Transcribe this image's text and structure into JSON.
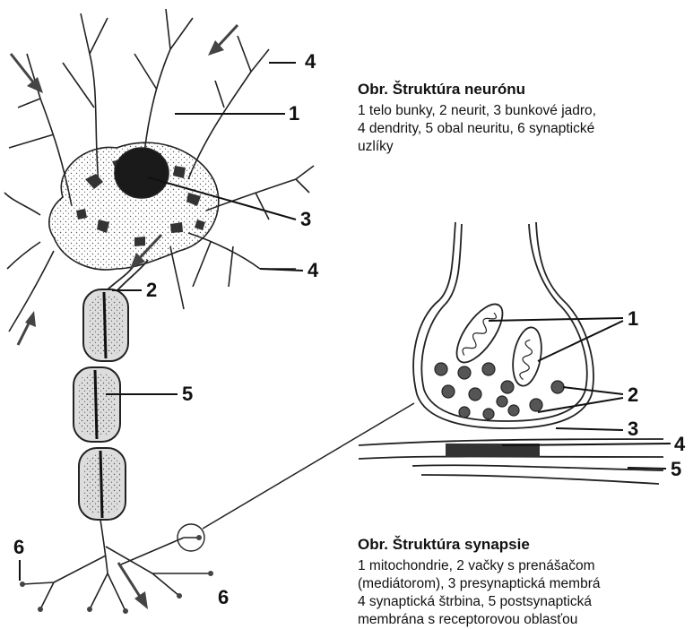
{
  "neuron": {
    "title": "Obr. Štruktúra neurónu",
    "caption_lines": [
      "1 telo bunky, 2 neurit, 3 bunkové jadro,",
      "4 dendrity, 5 obal neuritu, 6 synaptické",
      "uzlíky"
    ],
    "labels": {
      "l1": "1",
      "l2": "2",
      "l3": "3",
      "l4a": "4",
      "l4b": "4",
      "l5": "5",
      "l6a": "6",
      "l6b": "6"
    }
  },
  "synapse": {
    "title": "Obr. Štruktúra synapsie",
    "caption_lines": [
      "1 mitochondrie, 2 vačky s prenášačom",
      "(mediátorom), 3 presynaptická membrá",
      "4 synaptická štrbina, 5 postsynaptická",
      "membrána s receptorovou oblasťou"
    ],
    "labels": {
      "s1": "1",
      "s2": "2",
      "s3": "3",
      "s4": "4",
      "s5": "5"
    }
  }
}
